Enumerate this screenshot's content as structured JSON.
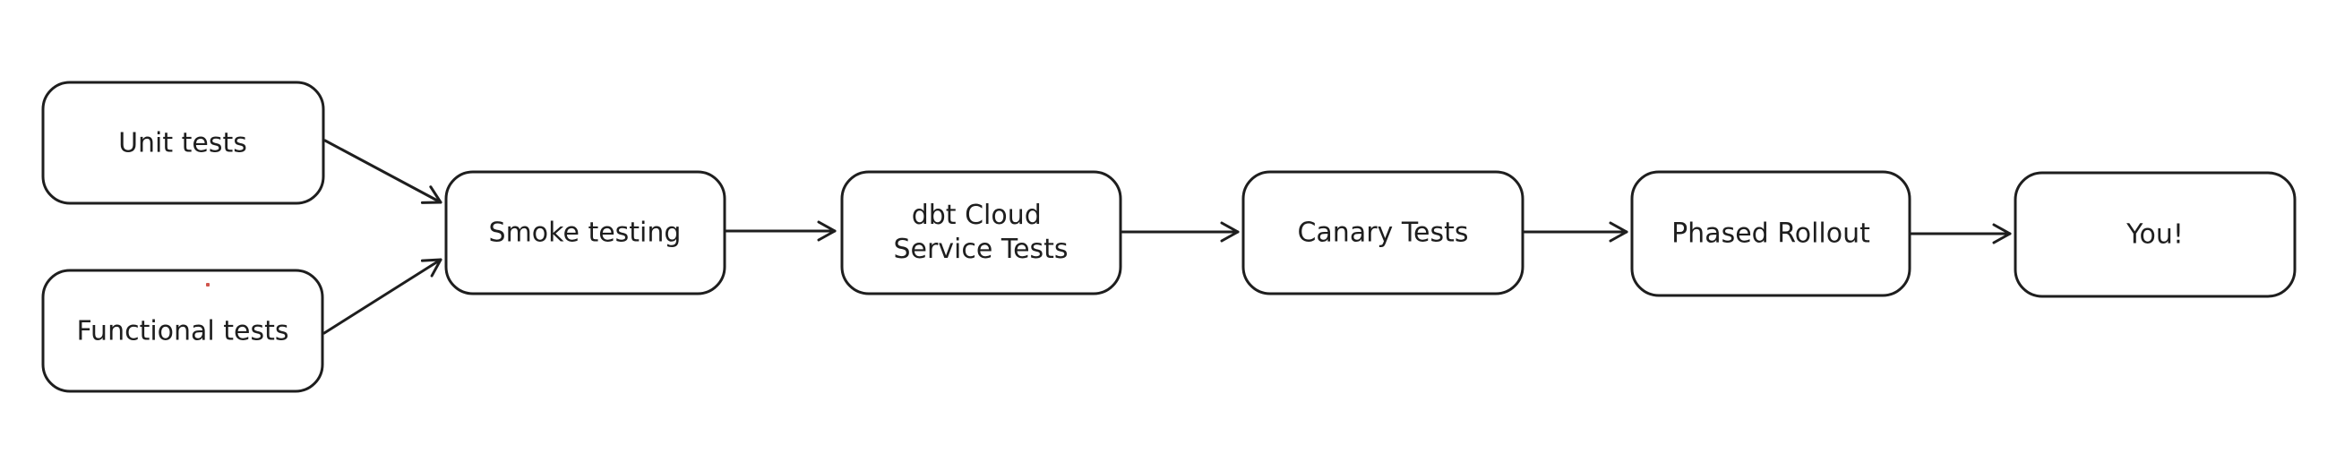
{
  "diagram": {
    "type": "flowchart",
    "direction": "left-to-right",
    "style": "hand-drawn",
    "nodes": [
      {
        "id": "unit-tests",
        "label": "Unit tests"
      },
      {
        "id": "functional-tests",
        "label": "Functional tests"
      },
      {
        "id": "smoke-testing",
        "label": "Smoke testing"
      },
      {
        "id": "dbt-cloud-service-tests",
        "label": "dbt Cloud Service Tests",
        "lines": [
          "dbt Cloud",
          "Service Tests"
        ]
      },
      {
        "id": "canary-tests",
        "label": "Canary Tests"
      },
      {
        "id": "phased-rollout",
        "label": "Phased Rollout"
      },
      {
        "id": "you",
        "label": "You!"
      }
    ],
    "edges": [
      {
        "from": "unit-tests",
        "to": "smoke-testing"
      },
      {
        "from": "functional-tests",
        "to": "smoke-testing"
      },
      {
        "from": "smoke-testing",
        "to": "dbt-cloud-service-tests"
      },
      {
        "from": "dbt-cloud-service-tests",
        "to": "canary-tests"
      },
      {
        "from": "canary-tests",
        "to": "phased-rollout"
      },
      {
        "from": "phased-rollout",
        "to": "you"
      }
    ],
    "colors": {
      "stroke": "#1e1e1e",
      "node_fill": "#ffffff",
      "background": "#ffffff",
      "artifact_dot": "#d0544c"
    }
  }
}
